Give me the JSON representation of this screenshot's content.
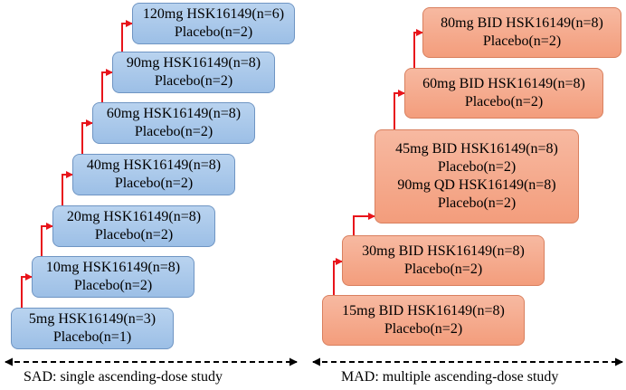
{
  "sad": {
    "caption": "SAD:  single ascending-dose study",
    "steps": [
      {
        "lines": [
          "5mg HSK16149(n=3)",
          "Placebo(n=1)"
        ]
      },
      {
        "lines": [
          "10mg HSK16149(n=8)",
          "Placebo(n=2)"
        ]
      },
      {
        "lines": [
          "20mg HSK16149(n=8)",
          "Placebo(n=2)"
        ]
      },
      {
        "lines": [
          "40mg HSK16149(n=8)",
          "Placebo(n=2)"
        ]
      },
      {
        "lines": [
          "60mg HSK16149(n=8)",
          "Placebo(n=2)"
        ]
      },
      {
        "lines": [
          "90mg HSK16149(n=8)",
          "Placebo(n=2)"
        ]
      },
      {
        "lines": [
          "120mg HSK16149(n=6)",
          "Placebo(n=2)"
        ]
      }
    ]
  },
  "mad": {
    "caption": "MAD:  multiple ascending-dose study",
    "steps": [
      {
        "lines": [
          "15mg BID HSK16149(n=8)",
          "Placebo(n=2)"
        ]
      },
      {
        "lines": [
          "30mg BID HSK16149(n=8)",
          "Placebo(n=2)"
        ]
      },
      {
        "lines": [
          "45mg BID HSK16149(n=8)",
          "Placebo(n=2)",
          "90mg QD HSK16149(n=8)",
          "Placebo(n=2)"
        ]
      },
      {
        "lines": [
          "60mg BID HSK16149(n=8)",
          "Placebo(n=2)"
        ]
      },
      {
        "lines": [
          "80mg BID HSK16149(n=8)",
          "Placebo(n=2)"
        ]
      }
    ]
  },
  "colors": {
    "sad_fill": "#a9c8ea",
    "mad_fill": "#f4a688",
    "connector": "#e8141b",
    "dashed_arrow": "#000000"
  }
}
